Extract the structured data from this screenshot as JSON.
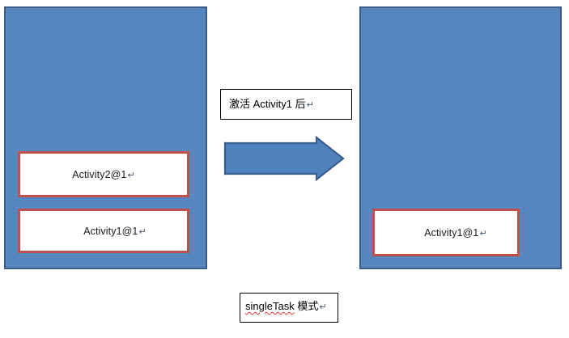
{
  "diagram": {
    "title_implicit": "Android singleTask launch mode task stack transition",
    "colors": {
      "panel_fill": "#4f81bd",
      "panel_border": "#385d8a",
      "activity_box_border": "#c0504d",
      "activity_box_fill": "#ffffff",
      "arrow_fill": "#4f81bd",
      "arrow_border": "#385d8a",
      "caption_border": "#000000",
      "spellcheck_underline": "#e8392f",
      "text": "#000000"
    }
  },
  "left_stack": {
    "name": "before-task-stack",
    "activities": [
      {
        "label": "Activity2@1",
        "mark": "↵"
      },
      {
        "label": "Activity1@1",
        "mark": "↵"
      }
    ]
  },
  "right_stack": {
    "name": "after-task-stack",
    "activities": [
      {
        "label": "Activity1@1",
        "mark": "↵"
      }
    ]
  },
  "captions": {
    "transition": {
      "text": "激活 Activity1 后",
      "mark": "↵"
    },
    "mode": {
      "spell_flagged": "singleTask",
      "text": " 模式",
      "mark": "↵"
    }
  },
  "arrow": {
    "name": "right-block-arrow",
    "direction": "right"
  }
}
